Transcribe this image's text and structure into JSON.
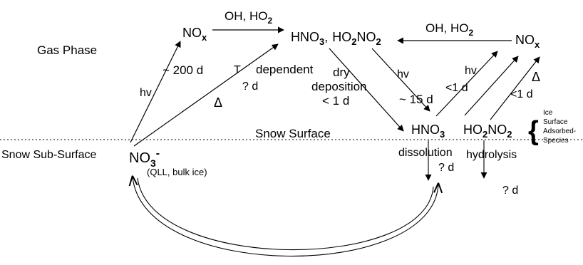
{
  "regions": {
    "gas_phase": "Gas Phase",
    "snow_surface": "Snow Surface",
    "snow_subsurface": "Snow Sub-Surface"
  },
  "species": {
    "nox_left": {
      "main": "NO",
      "sub": "x"
    },
    "nox_right": {
      "main": "NO",
      "sub": "x"
    },
    "gas_hno3_pair": {
      "a": "HNO",
      "a_sub": "3",
      "comma": ",",
      "b1": "HO",
      "b1_sub": "2",
      "b2": "NO",
      "b2_sub": "2"
    },
    "surf_hno3": {
      "main": "HNO",
      "sub": "3"
    },
    "surf_ho2no2": {
      "b1": "HO",
      "b1_sub": "2",
      "b2": "NO",
      "b2_sub": "2"
    },
    "no3": {
      "main": "NO",
      "sub": "3",
      "sup": "-"
    },
    "no3_note": "(QLL, bulk ice)"
  },
  "reactions": {
    "oh_ho2_left": {
      "main": "OH, HO",
      "sub": "2"
    },
    "oh_ho2_right": {
      "main": "OH, HO",
      "sub": "2"
    },
    "hv_left": "hv",
    "time_200d": "~ 200 d",
    "t_label": "T",
    "dependent": "dependent",
    "q_d_upper": "? d",
    "delta_left": "Δ",
    "dry": "dry",
    "deposition": "deposition",
    "lt_1d_dep": "< 1 d",
    "hv_mid": "hv",
    "time_15d": "~ 15 d",
    "hv_right": "hv",
    "lt1d_a": "<1 d",
    "lt1d_b": "<1 d",
    "delta_right": "Δ",
    "dissolution": "dissolution",
    "hydrolysis": "hydrolysis",
    "q_d_dissolution": "? d",
    "q_d_hydrolysis": "? d"
  },
  "ice_brace_labels": [
    "Ice",
    "Surface",
    "Adsorbed-",
    "Species"
  ]
}
